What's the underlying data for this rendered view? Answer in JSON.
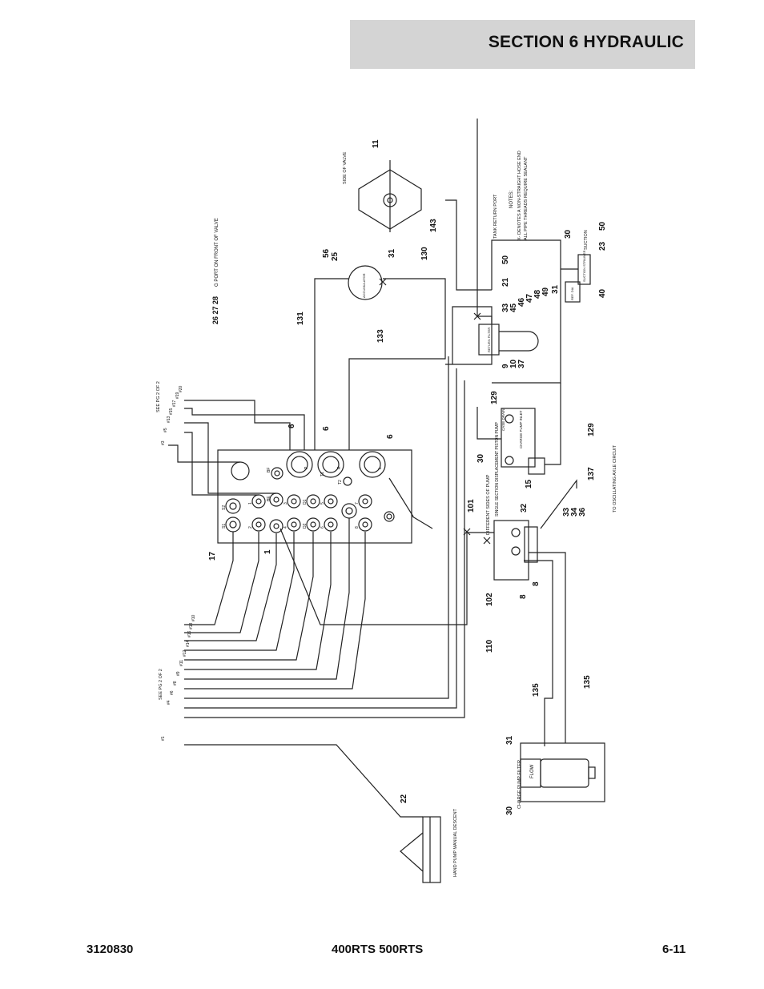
{
  "header": {
    "title": "SECTION 6   HYDRAULIC"
  },
  "footer": {
    "doc_number": "3120830",
    "model": "400RTS 500RTS",
    "page": "6-11"
  },
  "diagram": {
    "notes_title": "NOTES:",
    "notes_1": "X- DENOTES A NON-STRAIGHT HOSE END",
    "notes_2": "ALL PIPE THREADS REQUIRE SEALANT",
    "side_of_valve": "SIDE OF VALVE",
    "port_note_numbers": "26 27 28",
    "port_note_text": "G PORT ON FRONT OF VALVE",
    "see_pg_top": "SEE PG 2 OF 2",
    "see_pg_bottom": "SEE PG 2 OF 2",
    "tank_return_port": "TANK RETURN PORT",
    "suction": "SUCTION",
    "suction_strainer": "SUCTION STRAINER",
    "return_filter": "RETURN FILTER",
    "filter_small": "REF. DIA",
    "charge_pump_inlet": "CHARGE PUMP INLET",
    "case_drain": "CASE DRAIN",
    "different_sides": "DIFFERENT SIDES OF PUMP",
    "pump_text": "SINGLE SECTION DISPLACEMENT PISTON PUMP",
    "charge_pump_filter": "CHARGE PUMP FILTER",
    "flow": "FLOW",
    "oscillating": "TO OSCILLATING AXLE CIRCUIT",
    "hand_pump": "HAND PUMP MANUAL DESCENT",
    "accumulator": "ACCUMULATOR",
    "mani_ports": [
      "S1",
      "S2",
      "1",
      "2",
      "3",
      "4",
      "5",
      "6",
      "7",
      "8",
      "D1",
      "D2",
      "BF",
      "BE",
      "T1",
      "T2",
      "P",
      "R",
      "L"
    ],
    "callouts": [
      "11",
      "143",
      "50",
      "21",
      "33",
      "45",
      "46",
      "47",
      "48",
      "49",
      "30",
      "50",
      "23",
      "31",
      "40",
      "56",
      "25",
      "31",
      "130",
      "131",
      "133",
      "9",
      "10",
      "37",
      "129",
      "129",
      "6",
      "6",
      "6",
      "30",
      "15",
      "137",
      "33",
      "34",
      "36",
      "101",
      "32",
      "17",
      "1",
      "8",
      "8",
      "102",
      "110",
      "135",
      "135",
      "31",
      "30",
      "22"
    ],
    "line_labels": [
      "#3",
      "#5",
      "#13",
      "#15",
      "#17",
      "#19",
      "#1",
      "#4",
      "#6",
      "#8",
      "#9",
      "#10",
      "#11",
      "#12",
      "#14",
      "#16",
      "#18",
      "#20"
    ]
  }
}
